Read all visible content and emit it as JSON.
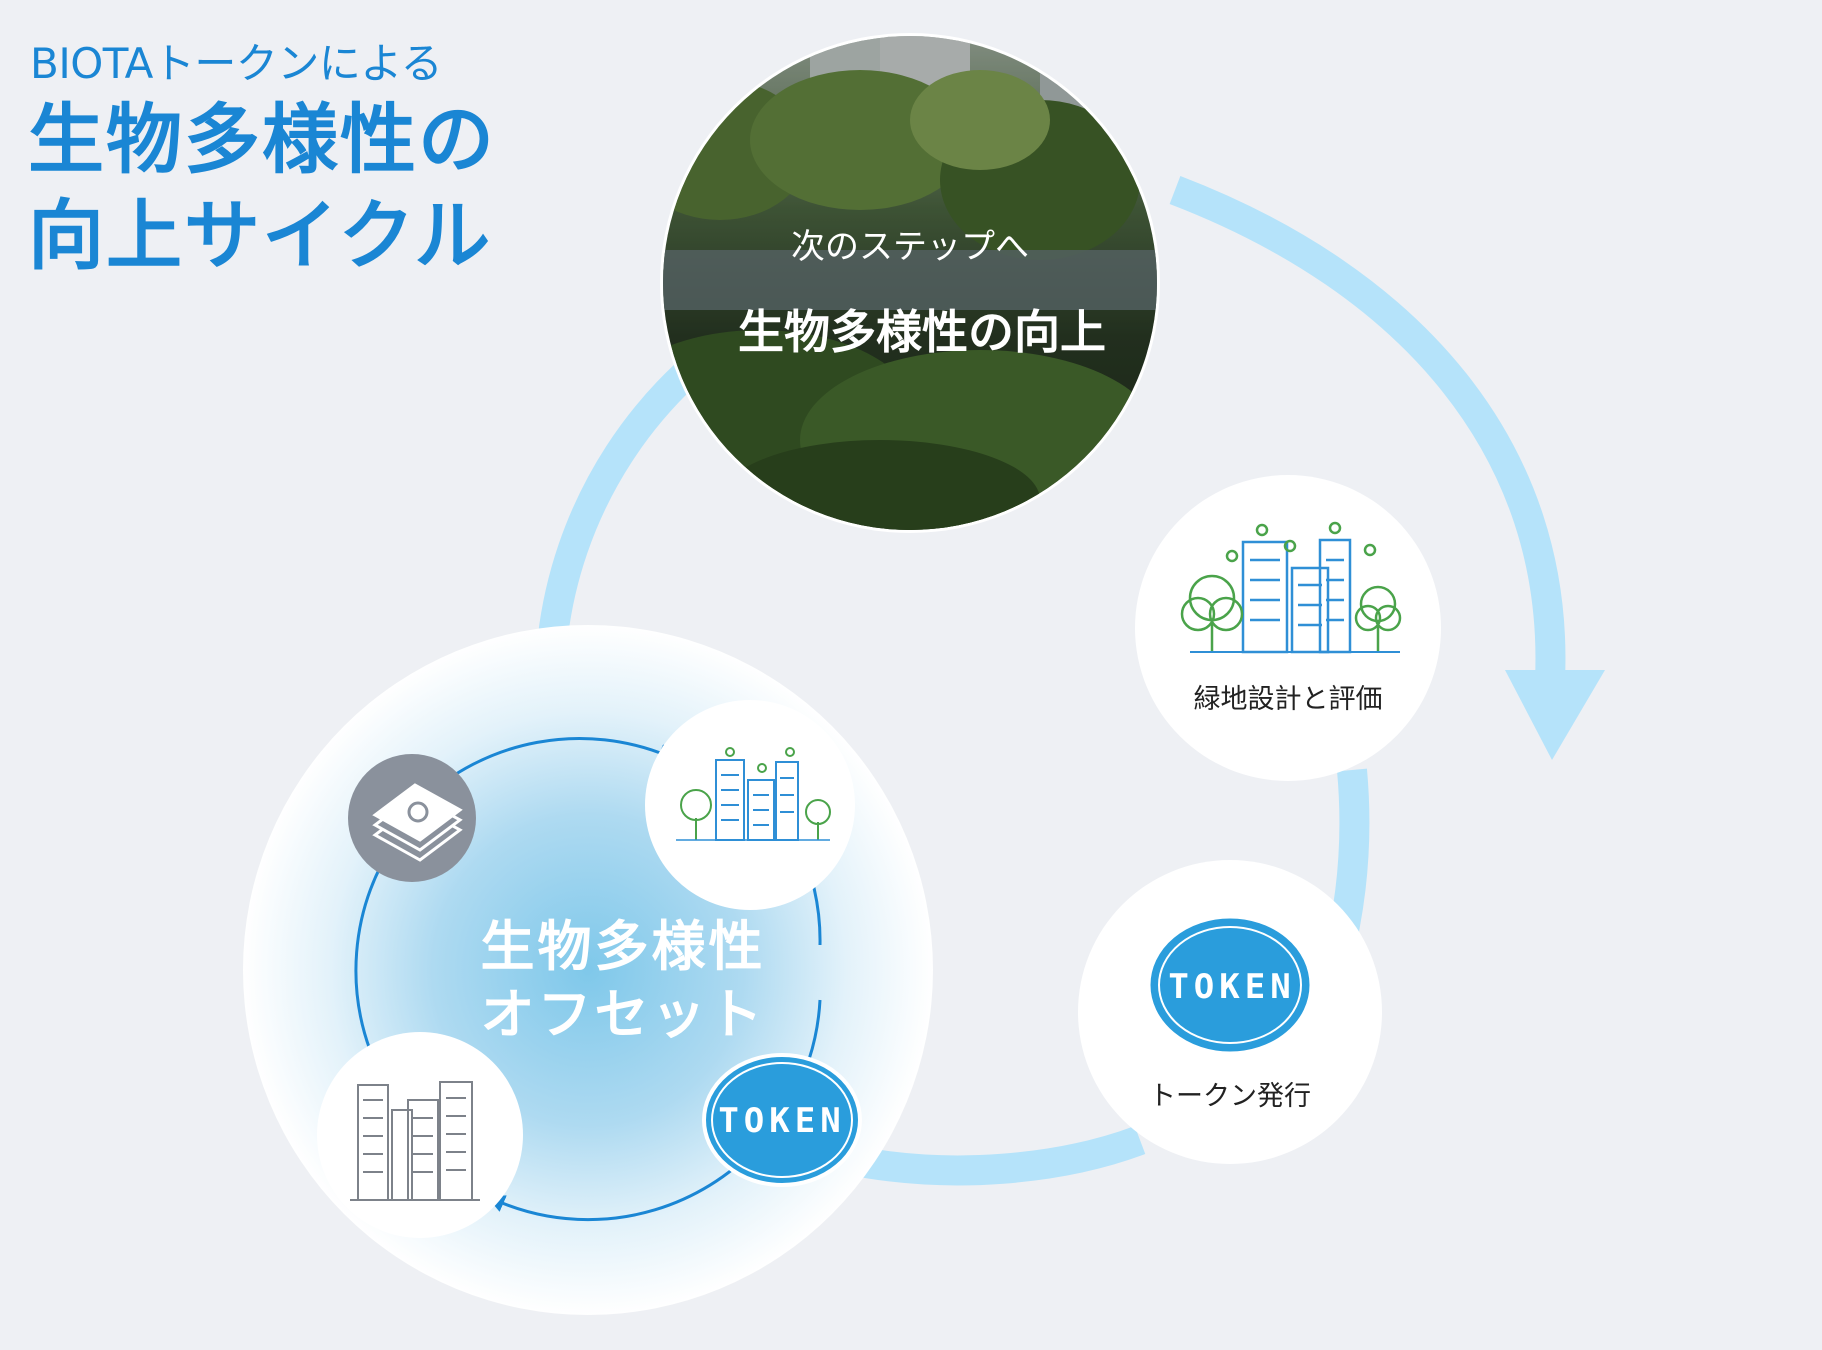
{
  "heading": {
    "subtitle": "BIOTAトークンによる",
    "title": "生物多様性の\n向上サイクル"
  },
  "photo_node": {
    "caption_small": "次のステップへ",
    "caption_big": "生物多様性の向上"
  },
  "cycle_nodes": [
    {
      "label": "緑地設計と評価",
      "icon": "city-greenery-icon"
    },
    {
      "label": "トークン発行",
      "icon": "token-badge-icon"
    }
  ],
  "offset_cycle": {
    "center_line1": "生物多様性",
    "center_line2": "オフセット",
    "token_text": "TOKEN",
    "icons": [
      "money-stack-icon",
      "city-greenery-icon",
      "token-badge-icon",
      "office-buildings-icon"
    ]
  },
  "token_badge_text": "TOKEN",
  "colors": {
    "accent": "#1a86d4",
    "arrow": "#b5e3fa",
    "token": "#2a9ddc",
    "money_circle": "#8a919c"
  }
}
